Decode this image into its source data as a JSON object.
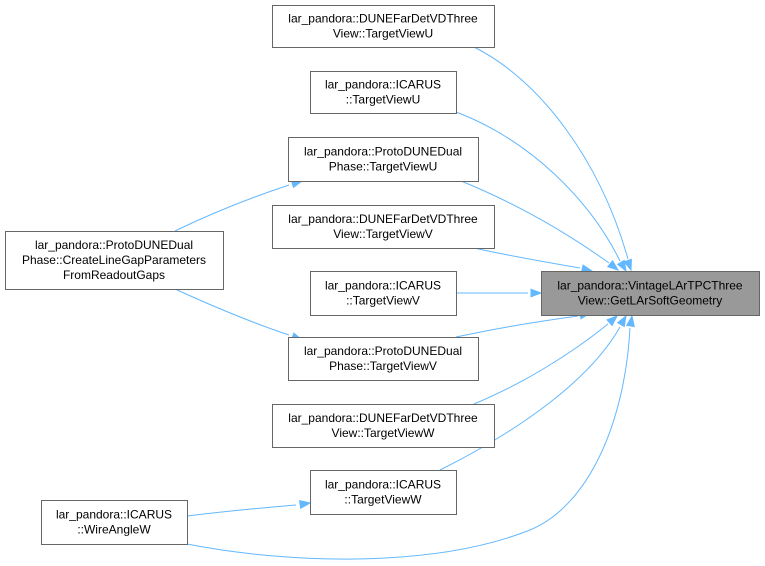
{
  "graph": {
    "nodes": {
      "target": {
        "lines": [
          "lar_pandora::VintageLArTPCThree",
          "View::GetLArSoftGeometry"
        ],
        "highlighted": true
      },
      "dune_u": {
        "lines": [
          "lar_pandora::DUNEFarDetVDThree",
          "View::TargetViewU"
        ]
      },
      "icarus_u": {
        "lines": [
          "lar_pandora::ICARUS",
          "::TargetViewU"
        ]
      },
      "proto_u": {
        "lines": [
          "lar_pandora::ProtoDUNEDual",
          "Phase::TargetViewU"
        ]
      },
      "dune_v": {
        "lines": [
          "lar_pandora::DUNEFarDetVDThree",
          "View::TargetViewV"
        ]
      },
      "icarus_v": {
        "lines": [
          "lar_pandora::ICARUS",
          "::TargetViewV"
        ]
      },
      "proto_v": {
        "lines": [
          "lar_pandora::ProtoDUNEDual",
          "Phase::TargetViewV"
        ]
      },
      "dune_w": {
        "lines": [
          "lar_pandora::DUNEFarDetVDThree",
          "View::TargetViewW"
        ]
      },
      "icarus_w": {
        "lines": [
          "lar_pandora::ICARUS",
          "::TargetViewW"
        ]
      },
      "create_gap": {
        "lines": [
          "lar_pandora::ProtoDUNEDual",
          "Phase::CreateLineGapParameters",
          "FromReadoutGaps"
        ]
      },
      "wire_angle": {
        "lines": [
          "lar_pandora::ICARUS",
          "::WireAngleW"
        ]
      }
    },
    "edges": [
      {
        "from": "dune_u",
        "to": "target"
      },
      {
        "from": "icarus_u",
        "to": "target"
      },
      {
        "from": "proto_u",
        "to": "target"
      },
      {
        "from": "dune_v",
        "to": "target"
      },
      {
        "from": "icarus_v",
        "to": "target"
      },
      {
        "from": "proto_v",
        "to": "target"
      },
      {
        "from": "dune_w",
        "to": "target"
      },
      {
        "from": "icarus_w",
        "to": "target"
      },
      {
        "from": "wire_angle",
        "to": "target"
      },
      {
        "from": "create_gap",
        "to": "proto_u"
      },
      {
        "from": "create_gap",
        "to": "proto_v"
      },
      {
        "from": "wire_angle",
        "to": "icarus_w"
      }
    ],
    "colors": {
      "edge": "#63b8ff",
      "highlight_fill": "#999999",
      "border": "#666666"
    }
  }
}
